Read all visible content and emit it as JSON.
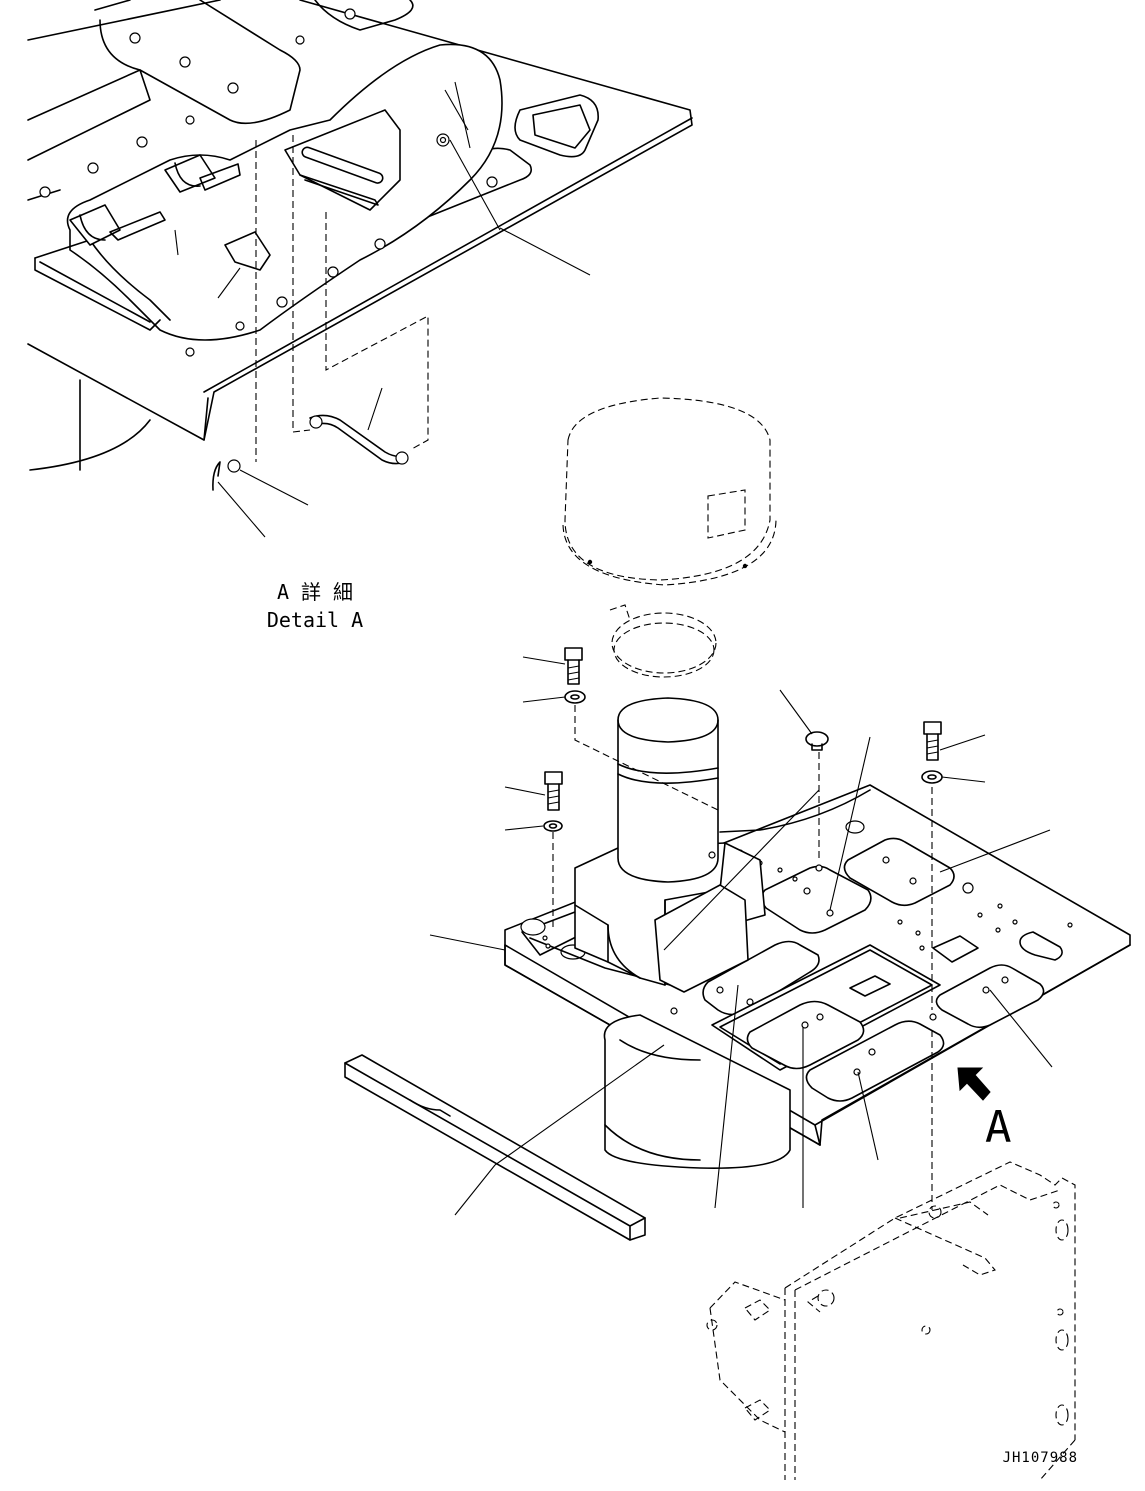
{
  "detail_label": {
    "jp": "A 詳 細",
    "en": "Detail A"
  },
  "view_arrow_label": "A",
  "drawing_code": "JH107988"
}
